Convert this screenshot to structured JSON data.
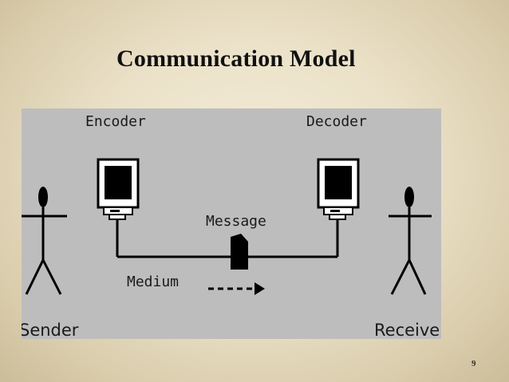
{
  "slide": {
    "title": "Communication Model",
    "page_number": "9"
  },
  "diagram": {
    "labels": {
      "encoder": "Encoder",
      "decoder": "Decoder",
      "message": "Message",
      "medium": "Medium",
      "sender": "Sender",
      "receiver": "Receiver"
    },
    "colors": {
      "panel_background": "#bdbdbd",
      "ink": "#000000"
    },
    "icons": [
      "stick-figure-icon",
      "monitor-icon",
      "document-icon",
      "arrow-right-icon"
    ]
  }
}
